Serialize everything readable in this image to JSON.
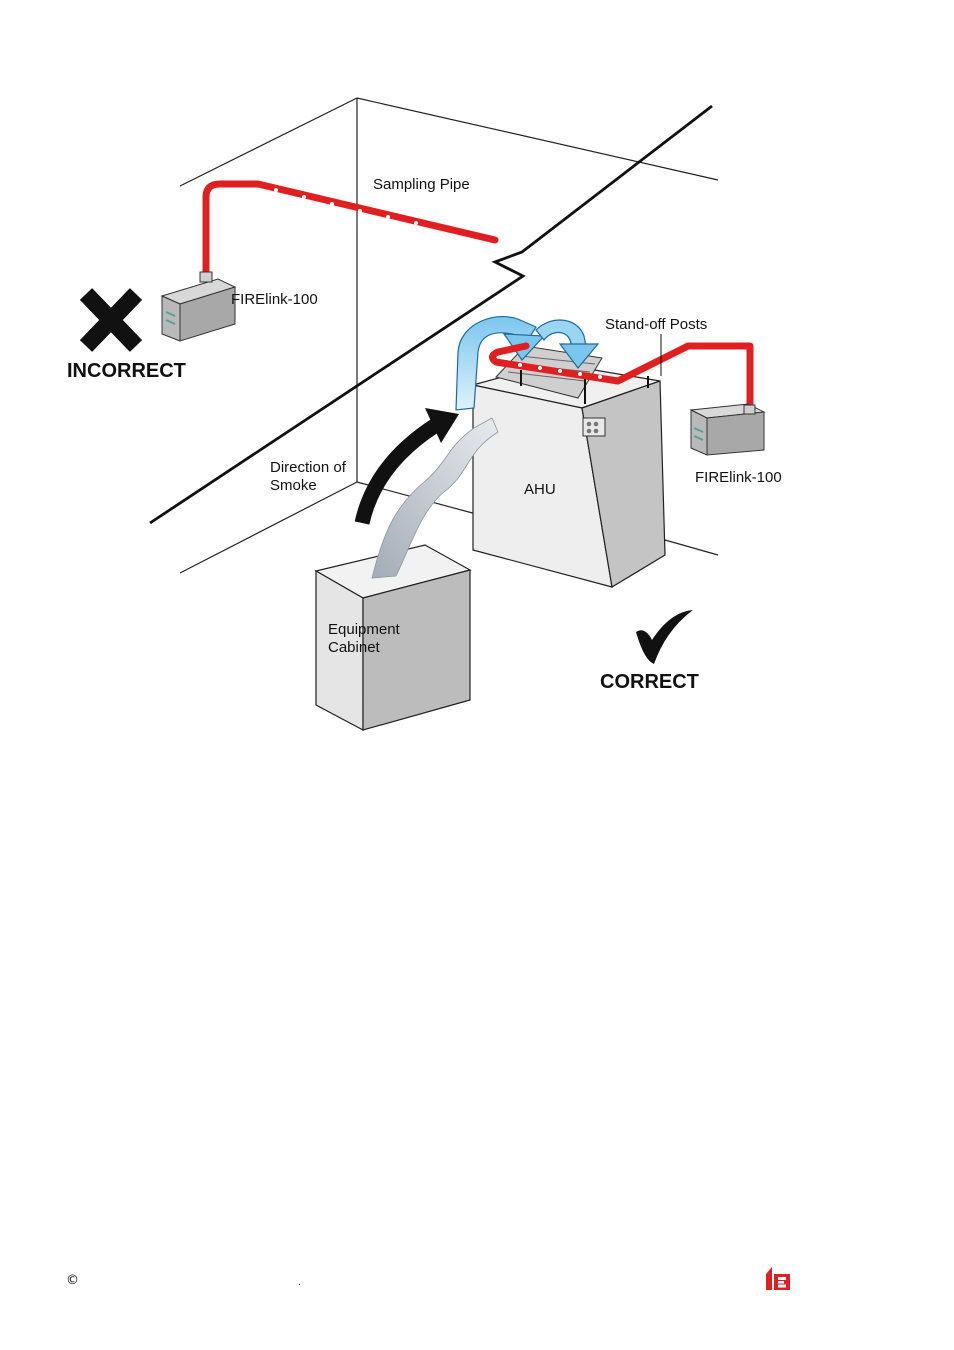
{
  "labels": {
    "sampling_pipe": "Sampling Pipe",
    "firelink_left": "FIRElink-100",
    "firelink_right": "FIRElink-100",
    "incorrect": "INCORRECT",
    "correct": "CORRECT",
    "standoff_posts": "Stand-off Posts",
    "direction_line1": "Direction of",
    "direction_line2": "Smoke",
    "ahu": "AHU",
    "cabinet_line1": "Equipment",
    "cabinet_line2": "Cabinet"
  },
  "footer": {
    "copyright": "©",
    "dot": "."
  },
  "colors": {
    "pipe_red": "#e02020",
    "airflow_blue": "#8fd0f0",
    "smoke_gray": "#a9b1bb",
    "cabinet_gray": "#dcdcdc",
    "logo_red": "#e02020"
  },
  "icons": {
    "incorrect_mark": "cross-icon",
    "correct_mark": "check-icon",
    "logo": "company-logo"
  }
}
